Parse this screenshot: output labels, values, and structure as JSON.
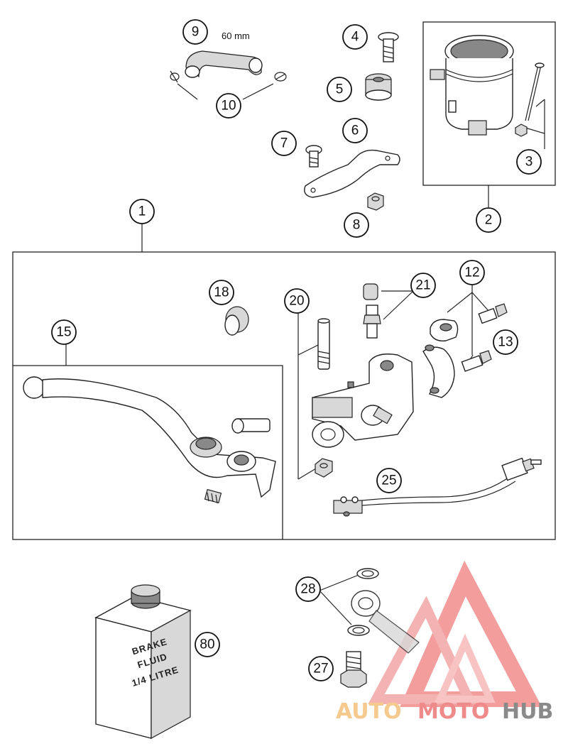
{
  "callouts": {
    "c1": "1",
    "c2": "2",
    "c3": "3",
    "c4": "4",
    "c5": "5",
    "c6": "6",
    "c7": "7",
    "c8": "8",
    "c9": "9",
    "c10": "10",
    "c12": "12",
    "c13": "13",
    "c15": "15",
    "c18": "18",
    "c20": "20",
    "c21": "21",
    "c25": "25",
    "c27": "27",
    "c28": "28",
    "c80": "80"
  },
  "hose_length_label": "60 mm",
  "brake_fluid_label": [
    "BRAKE",
    "FLUID",
    "1/4 LITRE"
  ],
  "watermark": {
    "auto": "AUTO",
    "moto": "MOTO",
    "hub": "HUB"
  },
  "colors": {
    "watermark_red": "#ef8a8a",
    "watermark_orange": "#f6c98e",
    "watermark_gray": "#8a8a8a",
    "line": "#222222"
  }
}
